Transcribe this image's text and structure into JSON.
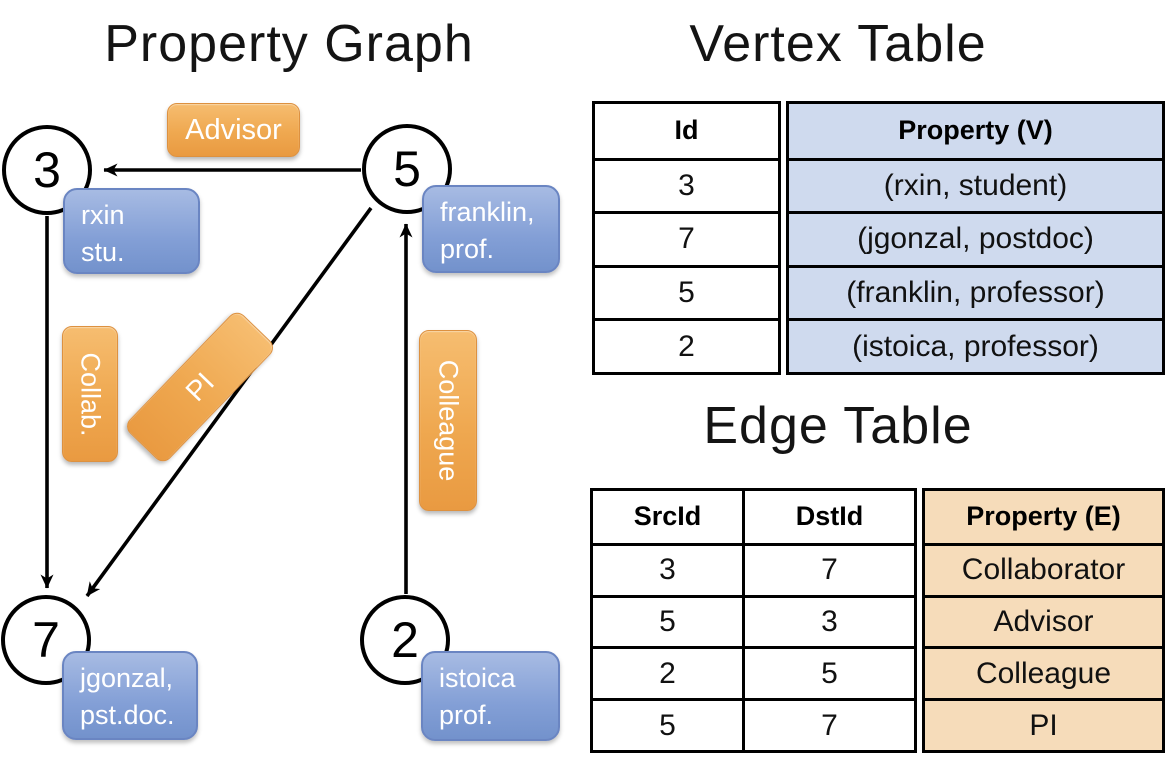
{
  "graph": {
    "title": "Property Graph",
    "nodes": [
      {
        "id": "3",
        "lines": [
          "rxin",
          "stu."
        ]
      },
      {
        "id": "5",
        "lines": [
          "franklin,",
          "prof."
        ]
      },
      {
        "id": "7",
        "lines": [
          "jgonzal,",
          "pst.doc."
        ]
      },
      {
        "id": "2",
        "lines": [
          "istoica",
          "prof."
        ]
      }
    ],
    "edges": [
      {
        "label": "Advisor",
        "from": "5",
        "to": "3"
      },
      {
        "label": "Collab.",
        "from": "3",
        "to": "7"
      },
      {
        "label": "PI",
        "from": "5",
        "to": "7"
      },
      {
        "label": "Colleague",
        "from": "2",
        "to": "5"
      }
    ]
  },
  "vertex_table": {
    "title": "Vertex Table",
    "columns": [
      "Id",
      "Property (V)"
    ],
    "rows": [
      [
        "3",
        "(rxin, student)"
      ],
      [
        "7",
        "(jgonzal, postdoc)"
      ],
      [
        "5",
        "(franklin, professor)"
      ],
      [
        "2",
        "(istoica, professor)"
      ]
    ]
  },
  "edge_table": {
    "title": "Edge Table",
    "columns": [
      "SrcId",
      "DstId",
      "Property (E)"
    ],
    "rows": [
      [
        "3",
        "7",
        "Collaborator"
      ],
      [
        "5",
        "3",
        "Advisor"
      ],
      [
        "2",
        "5",
        "Colleague"
      ],
      [
        "5",
        "7",
        "PI"
      ]
    ]
  },
  "colors": {
    "edge_label_orange": "#F0A852",
    "vertex_label_blue": "#84A0D6",
    "vertex_property_cell_bg": "#CFDAEE",
    "edge_property_cell_bg": "#F6DCBA",
    "node_fill": "#FFFFFF",
    "line_and_border": "#000000"
  }
}
